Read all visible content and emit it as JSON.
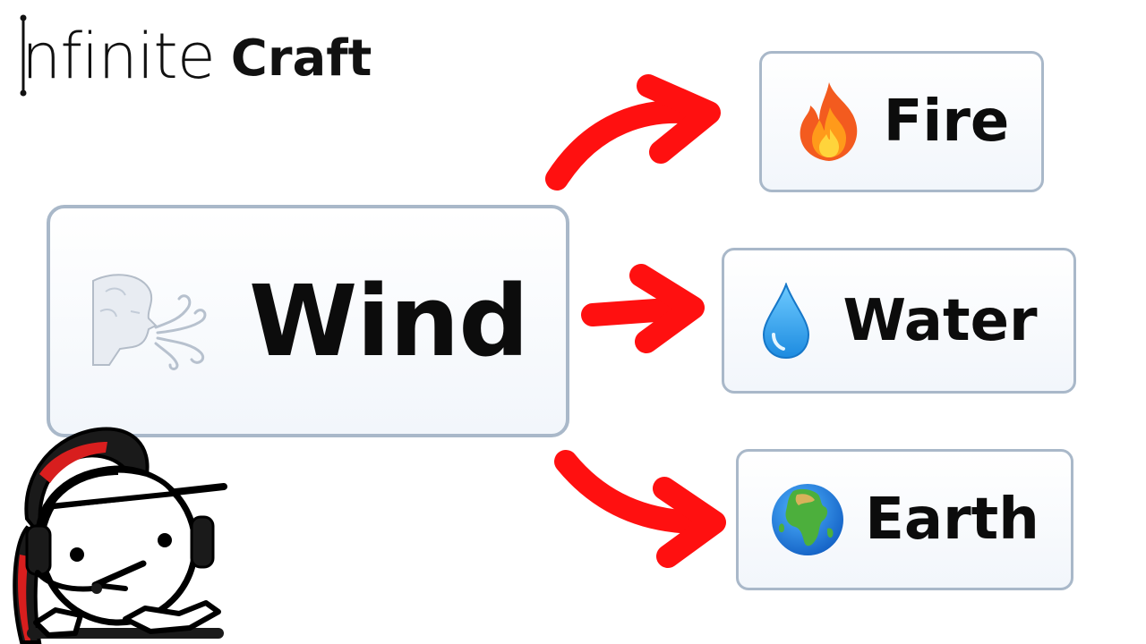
{
  "logo": {
    "infinite_text": "nfinite",
    "craft_text": "Craft"
  },
  "source_element": {
    "label": "Wind",
    "icon": "wind-face-icon"
  },
  "result_elements": [
    {
      "label": "Fire",
      "icon": "fire-icon"
    },
    {
      "label": "Water",
      "icon": "droplet-icon"
    },
    {
      "label": "Earth",
      "icon": "globe-africa-icon"
    }
  ],
  "colors": {
    "arrow": "#ff1010",
    "card_border": "#a9b8c9",
    "card_background": "#f2f6fb",
    "text": "#0c0c0c"
  }
}
